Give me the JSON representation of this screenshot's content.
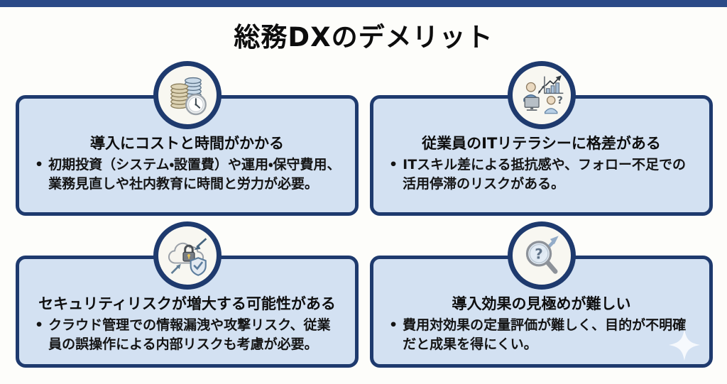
{
  "page": {
    "title": "総務DXのデメリット",
    "bullet_char": "•",
    "colors": {
      "top_bar": "#2b4a87",
      "card_border": "#1e3a6e",
      "card_background": "#d3e1f2",
      "circle_background": "#f8f7f1",
      "background": "#fdfdfa"
    }
  },
  "cards": [
    {
      "icon": "coins-clock-icon",
      "title": "導入にコストと時間がかかる",
      "bullet": "初期投資（システム・設置費）や運用・保守費用、業務見直しや社内教育に時間と労力が必要。"
    },
    {
      "icon": "people-chart-icon",
      "title": "従業員のITリテラシーに格差がある",
      "bullet": "ITスキル差による抵抗感や、フォロー不足での活用停滞のリスクがある。"
    },
    {
      "icon": "cloud-lock-shield-icon",
      "title": "セキュリティリスクが増大する可能性がある",
      "bullet": "クラウド管理での情報漏洩や攻撃リスク、従業員の誤操作による内部リスクも考慮が必要。"
    },
    {
      "icon": "magnifier-question-icon",
      "title": "導入効果の見極めが難しい",
      "bullet": "費用対効果の定量評価が難しく、目的が不明確だと成果を得にくい。"
    }
  ]
}
